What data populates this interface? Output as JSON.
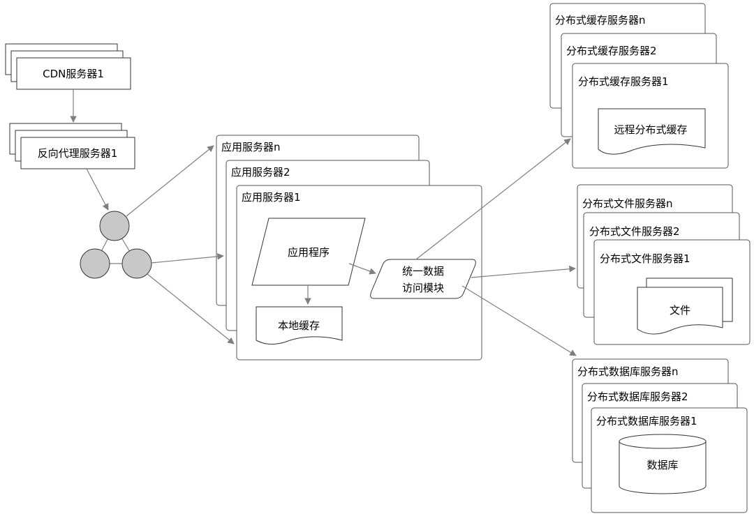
{
  "cdn": {
    "label": "CDN服务器1"
  },
  "reverse_proxy": {
    "label": "反向代理服务器1"
  },
  "app_servers": {
    "labels": [
      "应用服务器n",
      "应用服务器2",
      "应用服务器1"
    ]
  },
  "app_program": {
    "label": "应用程序"
  },
  "local_cache": {
    "label": "本地缓存"
  },
  "unified_data_access": {
    "line1": "统一数据",
    "line2": "访问模块"
  },
  "cache_servers": {
    "labels": [
      "分布式缓存服务器n",
      "分布式缓存服务器2",
      "分布式缓存服务器1"
    ]
  },
  "remote_cache": {
    "label": "远程分布式缓存"
  },
  "file_servers": {
    "labels": [
      "分布式文件服务器n",
      "分布式文件服务器2",
      "分布式文件服务器1"
    ]
  },
  "file": {
    "label": "文件"
  },
  "db_servers": {
    "labels": [
      "分布式数据库服务器n",
      "分布式数据库服务器2",
      "分布式数据库服务器1"
    ]
  },
  "database": {
    "label": "数据库"
  }
}
